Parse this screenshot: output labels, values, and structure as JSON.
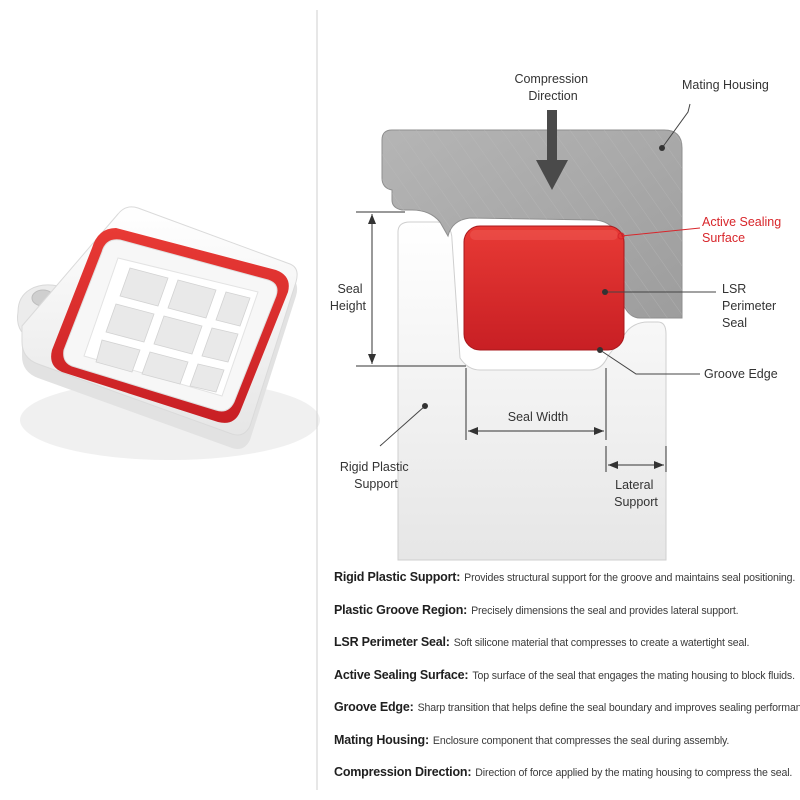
{
  "labels": {
    "compression_direction": [
      "Compression",
      "Direction"
    ],
    "mating_housing": "Mating Housing",
    "active_sealing_surface": [
      "Active Sealing",
      "Surface"
    ],
    "seal_height": [
      "Seal",
      "Height"
    ],
    "lsr_perimeter_seal": [
      "LSR",
      "Perimeter",
      "Seal"
    ],
    "groove_edge": "Groove Edge",
    "seal_width": "Seal Width",
    "rigid_plastic_support": [
      "Rigid Plastic",
      "Support"
    ],
    "lateral_support": [
      "Lateral",
      "Support"
    ]
  },
  "legend": [
    {
      "term": "Rigid Plastic Support:",
      "desc": "Provides structural support for the groove and maintains seal positioning."
    },
    {
      "term": "Plastic Groove Region:",
      "desc": "Precisely dimensions the seal and provides lateral support."
    },
    {
      "term": "LSR Perimeter Seal:",
      "desc": "Soft silicone material that compresses to create a watertight seal."
    },
    {
      "term": "Active Sealing Surface:",
      "desc": "Top surface of the seal that engages the mating housing to block fluids."
    },
    {
      "term": "Groove Edge:",
      "desc": "Sharp transition that helps define the seal boundary and improves sealing performance."
    },
    {
      "term": "Mating Housing:",
      "desc": "Enclosure component that compresses the seal during assembly."
    },
    {
      "term": "Compression Direction:",
      "desc": "Direction of force applied by the mating housing to compress the seal."
    }
  ],
  "colors": {
    "seal_red": "#d8262b",
    "housing_gray": "#a9a9a9",
    "plastic_white": "#f3f3f3",
    "annotation_red": "#d8262b"
  }
}
